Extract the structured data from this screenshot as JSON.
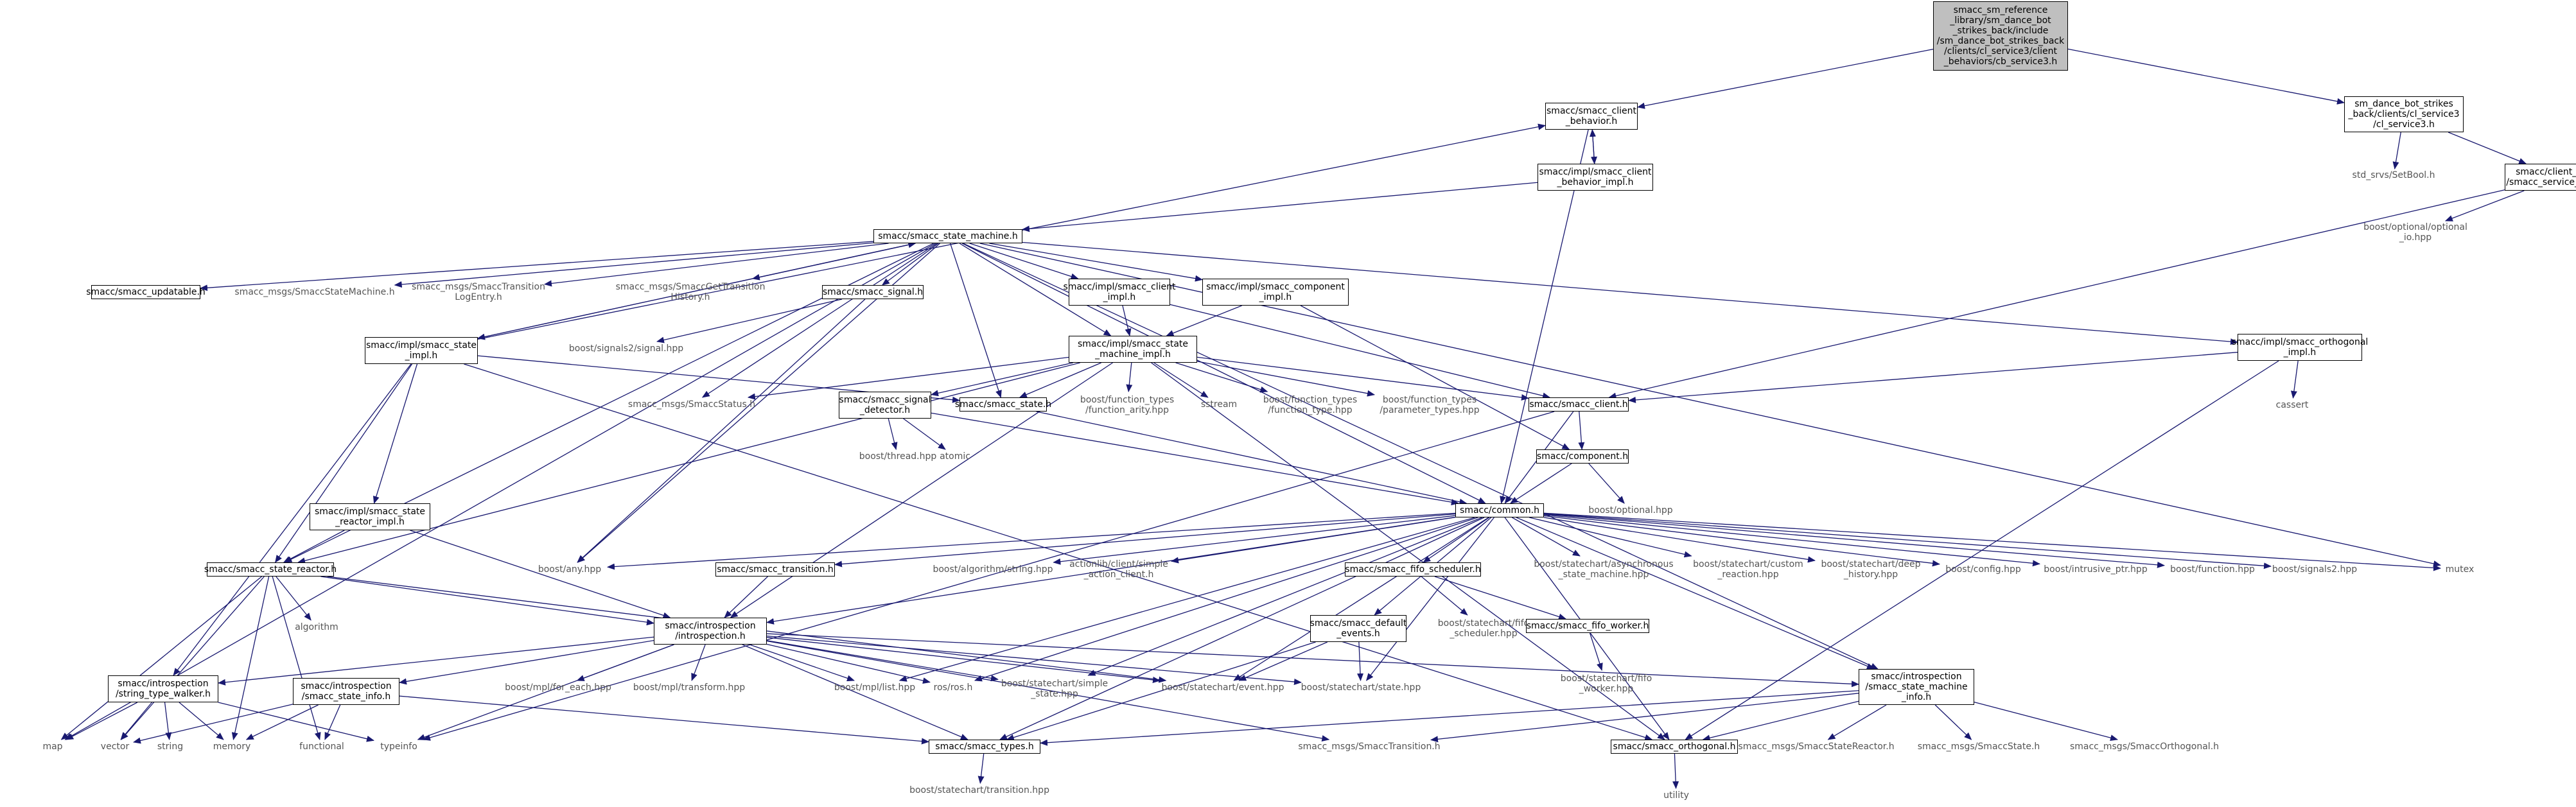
{
  "graph": {
    "nodes": [
      {
        "id": "root",
        "kind": "root",
        "label": "smacc_sm_reference\n_library/sm_dance_bot\n_strikes_back/include\n/sm_dance_bot_strikes_back\n/clients/cl_service3/client\n_behaviors/cb_service3.h"
      },
      {
        "id": "client_behavior",
        "kind": "box",
        "label": "smacc/smacc_client\n_behavior.h"
      },
      {
        "id": "cl_service3",
        "kind": "box",
        "label": "sm_dance_bot_strikes\n_back/clients/cl_service3\n/cl_service3.h"
      },
      {
        "id": "client_behavior_impl",
        "kind": "box",
        "label": "smacc/impl/smacc_client\n_behavior_impl.h"
      },
      {
        "id": "setbool",
        "kind": "ext",
        "label": "std_srvs/SetBool.h"
      },
      {
        "id": "service_client",
        "kind": "box",
        "label": "smacc/client_bases\n/smacc_service_client.h"
      },
      {
        "id": "optional_io",
        "kind": "ext",
        "label": "boost/optional/optional\n_io.hpp"
      },
      {
        "id": "state_machine",
        "kind": "box",
        "label": "smacc/smacc_state_machine.h"
      },
      {
        "id": "updatable",
        "kind": "box",
        "label": "smacc/smacc_updatable.h"
      },
      {
        "id": "msg_statemachine",
        "kind": "ext",
        "label": "smacc_msgs/SmaccStateMachine.h"
      },
      {
        "id": "msg_translog",
        "kind": "ext",
        "label": "smacc_msgs/SmaccTransition\nLogEntry.h"
      },
      {
        "id": "msg_gettrans",
        "kind": "ext",
        "label": "smacc_msgs/SmaccGetTransition\nHistory.h"
      },
      {
        "id": "signal",
        "kind": "box",
        "label": "smacc/smacc_signal.h"
      },
      {
        "id": "client_impl",
        "kind": "box",
        "label": "smacc/impl/smacc_client\n_impl.h"
      },
      {
        "id": "component_impl",
        "kind": "box",
        "label": "smacc/impl/smacc_component\n_impl.h"
      },
      {
        "id": "orthogonal_impl",
        "kind": "box",
        "label": "smacc/impl/smacc_orthogonal\n_impl.h"
      },
      {
        "id": "state_impl",
        "kind": "box",
        "label": "smacc/impl/smacc_state\n_impl.h"
      },
      {
        "id": "signals2_signal",
        "kind": "ext",
        "label": "boost/signals2/signal.hpp"
      },
      {
        "id": "sm_impl",
        "kind": "box",
        "label": "smacc/impl/smacc_state\n_machine_impl.h"
      },
      {
        "id": "cassert",
        "kind": "ext",
        "label": "cassert"
      },
      {
        "id": "msg_status",
        "kind": "ext",
        "label": "smacc_msgs/SmaccStatus.h"
      },
      {
        "id": "signal_detector",
        "kind": "box",
        "label": "smacc/smacc_signal\n_detector.h"
      },
      {
        "id": "state",
        "kind": "box",
        "label": "smacc/smacc_state.h"
      },
      {
        "id": "ft_arity",
        "kind": "ext",
        "label": "boost/function_types\n/function_arity.hpp"
      },
      {
        "id": "sstream",
        "kind": "ext",
        "label": "sstream"
      },
      {
        "id": "ft_type",
        "kind": "ext",
        "label": "boost/function_types\n/function_type.hpp"
      },
      {
        "id": "ft_param",
        "kind": "ext",
        "label": "boost/function_types\n/parameter_types.hpp"
      },
      {
        "id": "client",
        "kind": "box",
        "label": "smacc/smacc_client.h"
      },
      {
        "id": "thread",
        "kind": "ext",
        "label": "boost/thread.hpp"
      },
      {
        "id": "atomic",
        "kind": "ext",
        "label": "atomic"
      },
      {
        "id": "component",
        "kind": "box",
        "label": "smacc/component.h"
      },
      {
        "id": "reactor_impl",
        "kind": "box",
        "label": "smacc/impl/smacc_state\n_reactor_impl.h"
      },
      {
        "id": "boost_optional",
        "kind": "ext",
        "label": "boost/optional.hpp"
      },
      {
        "id": "common",
        "kind": "box",
        "label": "smacc/common.h"
      },
      {
        "id": "state_reactor",
        "kind": "box",
        "label": "smacc/smacc_state_reactor.h"
      },
      {
        "id": "boost_any",
        "kind": "ext",
        "label": "boost/any.hpp"
      },
      {
        "id": "transition",
        "kind": "box",
        "label": "smacc/smacc_transition.h"
      },
      {
        "id": "algo_string",
        "kind": "ext",
        "label": "boost/algorithm/string.hpp"
      },
      {
        "id": "actionlib",
        "kind": "ext",
        "label": "actionlib/client/simple\n_action_client.h"
      },
      {
        "id": "fifo_scheduler",
        "kind": "box",
        "label": "smacc/smacc_fifo_scheduler.h"
      },
      {
        "id": "sc_async",
        "kind": "ext",
        "label": "boost/statechart/asynchronous\n_state_machine.hpp"
      },
      {
        "id": "sc_custom",
        "kind": "ext",
        "label": "boost/statechart/custom\n_reaction.hpp"
      },
      {
        "id": "sc_deep",
        "kind": "ext",
        "label": "boost/statechart/deep\n_history.hpp"
      },
      {
        "id": "config",
        "kind": "ext",
        "label": "boost/config.hpp"
      },
      {
        "id": "intrusive",
        "kind": "ext",
        "label": "boost/intrusive_ptr.hpp"
      },
      {
        "id": "function",
        "kind": "ext",
        "label": "boost/function.hpp"
      },
      {
        "id": "signals2",
        "kind": "ext",
        "label": "boost/signals2.hpp"
      },
      {
        "id": "mutex",
        "kind": "ext",
        "label": "mutex"
      },
      {
        "id": "algorithm",
        "kind": "ext",
        "label": "algorithm"
      },
      {
        "id": "introspection",
        "kind": "box",
        "label": "smacc/introspection\n/introspection.h"
      },
      {
        "id": "default_events",
        "kind": "box",
        "label": "smacc/smacc_default\n_events.h"
      },
      {
        "id": "sc_fifo_sched",
        "kind": "ext",
        "label": "boost/statechart/fifo\n_scheduler.hpp"
      },
      {
        "id": "fifo_worker",
        "kind": "box",
        "label": "smacc/smacc_fifo_worker.h"
      },
      {
        "id": "sc_fifo_worker",
        "kind": "ext",
        "label": "boost/statechart/fifo\n_worker.hpp"
      },
      {
        "id": "string_type_walker",
        "kind": "box",
        "label": "smacc/introspection\n/string_type_walker.h"
      },
      {
        "id": "state_info",
        "kind": "box",
        "label": "smacc/introspection\n/smacc_state_info.h"
      },
      {
        "id": "for_each",
        "kind": "ext",
        "label": "boost/mpl/for_each.hpp"
      },
      {
        "id": "mpl_transform",
        "kind": "ext",
        "label": "boost/mpl/transform.hpp"
      },
      {
        "id": "mpl_list",
        "kind": "ext",
        "label": "boost/mpl/list.hpp"
      },
      {
        "id": "ros",
        "kind": "ext",
        "label": "ros/ros.h"
      },
      {
        "id": "sc_simple",
        "kind": "ext",
        "label": "boost/statechart/simple\n_state.hpp"
      },
      {
        "id": "sc_event",
        "kind": "ext",
        "label": "boost/statechart/event.hpp"
      },
      {
        "id": "sc_state",
        "kind": "ext",
        "label": "boost/statechart/state.hpp"
      },
      {
        "id": "sm_info",
        "kind": "box",
        "label": "smacc/introspection\n/smacc_state_machine\n_info.h"
      },
      {
        "id": "map",
        "kind": "ext",
        "label": "map"
      },
      {
        "id": "vector",
        "kind": "ext",
        "label": "vector"
      },
      {
        "id": "string",
        "kind": "ext",
        "label": "string"
      },
      {
        "id": "memory",
        "kind": "ext",
        "label": "memory"
      },
      {
        "id": "functional",
        "kind": "ext",
        "label": "functional"
      },
      {
        "id": "typeinfo",
        "kind": "ext",
        "label": "typeinfo"
      },
      {
        "id": "types",
        "kind": "box",
        "label": "smacc/smacc_types.h"
      },
      {
        "id": "msg_transition",
        "kind": "ext",
        "label": "smacc_msgs/SmaccTransition.h"
      },
      {
        "id": "orthogonal",
        "kind": "box",
        "label": "smacc/smacc_orthogonal.h"
      },
      {
        "id": "msg_reactor",
        "kind": "ext",
        "label": "smacc_msgs/SmaccStateReactor.h"
      },
      {
        "id": "msg_state",
        "kind": "ext",
        "label": "smacc_msgs/SmaccState.h"
      },
      {
        "id": "msg_orthogonal",
        "kind": "ext",
        "label": "smacc_msgs/SmaccOrthogonal.h"
      },
      {
        "id": "sc_transition",
        "kind": "ext",
        "label": "boost/statechart/transition.hpp"
      },
      {
        "id": "utility",
        "kind": "ext",
        "label": "utility"
      }
    ],
    "edges": [
      [
        "root",
        "client_behavior"
      ],
      [
        "root",
        "cl_service3"
      ],
      [
        "client_behavior",
        "client_behavior_impl"
      ],
      [
        "client_behavior",
        "common"
      ],
      [
        "client_behavior_impl",
        "client_behavior"
      ],
      [
        "client_behavior_impl",
        "state_machine"
      ],
      [
        "cl_service3",
        "setbool"
      ],
      [
        "cl_service3",
        "service_client"
      ],
      [
        "service_client",
        "optional_io"
      ],
      [
        "service_client",
        "client"
      ],
      [
        "state_machine",
        "updatable"
      ],
      [
        "state_machine",
        "msg_statemachine"
      ],
      [
        "state_machine",
        "msg_translog"
      ],
      [
        "state_machine",
        "msg_gettrans"
      ],
      [
        "state_machine",
        "signal"
      ],
      [
        "state_machine",
        "client_impl"
      ],
      [
        "state_machine",
        "component_impl"
      ],
      [
        "state_machine",
        "orthogonal_impl"
      ],
      [
        "state_machine",
        "state_impl"
      ],
      [
        "state_machine",
        "sm_impl"
      ],
      [
        "state_machine",
        "state"
      ],
      [
        "state_machine",
        "msg_status"
      ],
      [
        "state_machine",
        "common"
      ],
      [
        "state_machine",
        "state_reactor"
      ],
      [
        "state_machine",
        "boost_any"
      ],
      [
        "state_machine",
        "map"
      ],
      [
        "state_machine",
        "mutex"
      ],
      [
        "state_machine",
        "sm_info"
      ],
      [
        "signal",
        "signals2_signal"
      ],
      [
        "signal",
        "boost_any"
      ],
      [
        "client_impl",
        "sm_impl"
      ],
      [
        "client_impl",
        "client"
      ],
      [
        "component_impl",
        "sm_impl"
      ],
      [
        "component_impl",
        "component"
      ],
      [
        "orthogonal_impl",
        "client"
      ],
      [
        "orthogonal_impl",
        "cassert"
      ],
      [
        "orthogonal_impl",
        "orthogonal"
      ],
      [
        "state_impl",
        "state_machine"
      ],
      [
        "state_impl",
        "client_behavior"
      ],
      [
        "state_impl",
        "state"
      ],
      [
        "state_impl",
        "reactor_impl"
      ],
      [
        "state_impl",
        "state_reactor"
      ],
      [
        "state_impl",
        "string_type_walker"
      ],
      [
        "state_impl",
        "orthogonal"
      ],
      [
        "sm_impl",
        "signal_detector"
      ],
      [
        "sm_impl",
        "state"
      ],
      [
        "sm_impl",
        "msg_status"
      ],
      [
        "sm_impl",
        "ft_arity"
      ],
      [
        "sm_impl",
        "sstream"
      ],
      [
        "sm_impl",
        "ft_type"
      ],
      [
        "sm_impl",
        "ft_param"
      ],
      [
        "sm_impl",
        "client"
      ],
      [
        "sm_impl",
        "introspection"
      ],
      [
        "sm_impl",
        "state_reactor"
      ],
      [
        "sm_impl",
        "orthogonal"
      ],
      [
        "signal_detector",
        "thread"
      ],
      [
        "signal_detector",
        "atomic"
      ],
      [
        "signal_detector",
        "common"
      ],
      [
        "state",
        "common"
      ],
      [
        "client",
        "component"
      ],
      [
        "client",
        "common"
      ],
      [
        "client",
        "typeinfo"
      ],
      [
        "component",
        "boost_optional"
      ],
      [
        "component",
        "common"
      ],
      [
        "reactor_impl",
        "state_reactor"
      ],
      [
        "reactor_impl",
        "introspection"
      ],
      [
        "state_reactor",
        "introspection"
      ],
      [
        "state_reactor",
        "algorithm"
      ],
      [
        "state_reactor",
        "map"
      ],
      [
        "state_reactor",
        "vector"
      ],
      [
        "state_reactor",
        "memory"
      ],
      [
        "state_reactor",
        "functional"
      ],
      [
        "state_reactor",
        "sc_event"
      ],
      [
        "common",
        "boost_any"
      ],
      [
        "common",
        "transition"
      ],
      [
        "common",
        "algo_string"
      ],
      [
        "common",
        "actionlib"
      ],
      [
        "common",
        "fifo_scheduler"
      ],
      [
        "common",
        "sc_async"
      ],
      [
        "common",
        "sc_custom"
      ],
      [
        "common",
        "sc_deep"
      ],
      [
        "common",
        "config"
      ],
      [
        "common",
        "intrusive"
      ],
      [
        "common",
        "function"
      ],
      [
        "common",
        "signals2"
      ],
      [
        "common",
        "mutex"
      ],
      [
        "common",
        "introspection"
      ],
      [
        "common",
        "default_events"
      ],
      [
        "common",
        "mpl_list"
      ],
      [
        "common",
        "ros"
      ],
      [
        "common",
        "sc_simple"
      ],
      [
        "common",
        "sc_event"
      ],
      [
        "common",
        "sc_state"
      ],
      [
        "common",
        "sm_info"
      ],
      [
        "common",
        "types"
      ],
      [
        "common",
        "orthogonal"
      ],
      [
        "transition",
        "introspection"
      ],
      [
        "fifo_scheduler",
        "sc_fifo_sched"
      ],
      [
        "fifo_scheduler",
        "fifo_worker"
      ],
      [
        "fifo_worker",
        "sc_fifo_worker"
      ],
      [
        "default_events",
        "sc_event"
      ],
      [
        "default_events",
        "sc_state"
      ],
      [
        "default_events",
        "types"
      ],
      [
        "introspection",
        "string_type_walker"
      ],
      [
        "introspection",
        "state_info"
      ],
      [
        "introspection",
        "for_each"
      ],
      [
        "introspection",
        "mpl_transform"
      ],
      [
        "introspection",
        "mpl_list"
      ],
      [
        "introspection",
        "ros"
      ],
      [
        "introspection",
        "sc_simple"
      ],
      [
        "introspection",
        "sc_event"
      ],
      [
        "introspection",
        "sc_state"
      ],
      [
        "introspection",
        "typeinfo"
      ],
      [
        "introspection",
        "types"
      ],
      [
        "introspection",
        "msg_transition"
      ],
      [
        "introspection",
        "sm_info"
      ],
      [
        "string_type_walker",
        "map"
      ],
      [
        "string_type_walker",
        "vector"
      ],
      [
        "string_type_walker",
        "string"
      ],
      [
        "string_type_walker",
        "memory"
      ],
      [
        "string_type_walker",
        "typeinfo"
      ],
      [
        "state_info",
        "vector"
      ],
      [
        "state_info",
        "memory"
      ],
      [
        "state_info",
        "functional"
      ],
      [
        "state_info",
        "types"
      ],
      [
        "sm_info",
        "types"
      ],
      [
        "sm_info",
        "msg_transition"
      ],
      [
        "sm_info",
        "orthogonal"
      ],
      [
        "sm_info",
        "msg_reactor"
      ],
      [
        "sm_info",
        "msg_state"
      ],
      [
        "sm_info",
        "msg_orthogonal"
      ],
      [
        "types",
        "sc_transition"
      ],
      [
        "orthogonal",
        "utility"
      ]
    ]
  }
}
